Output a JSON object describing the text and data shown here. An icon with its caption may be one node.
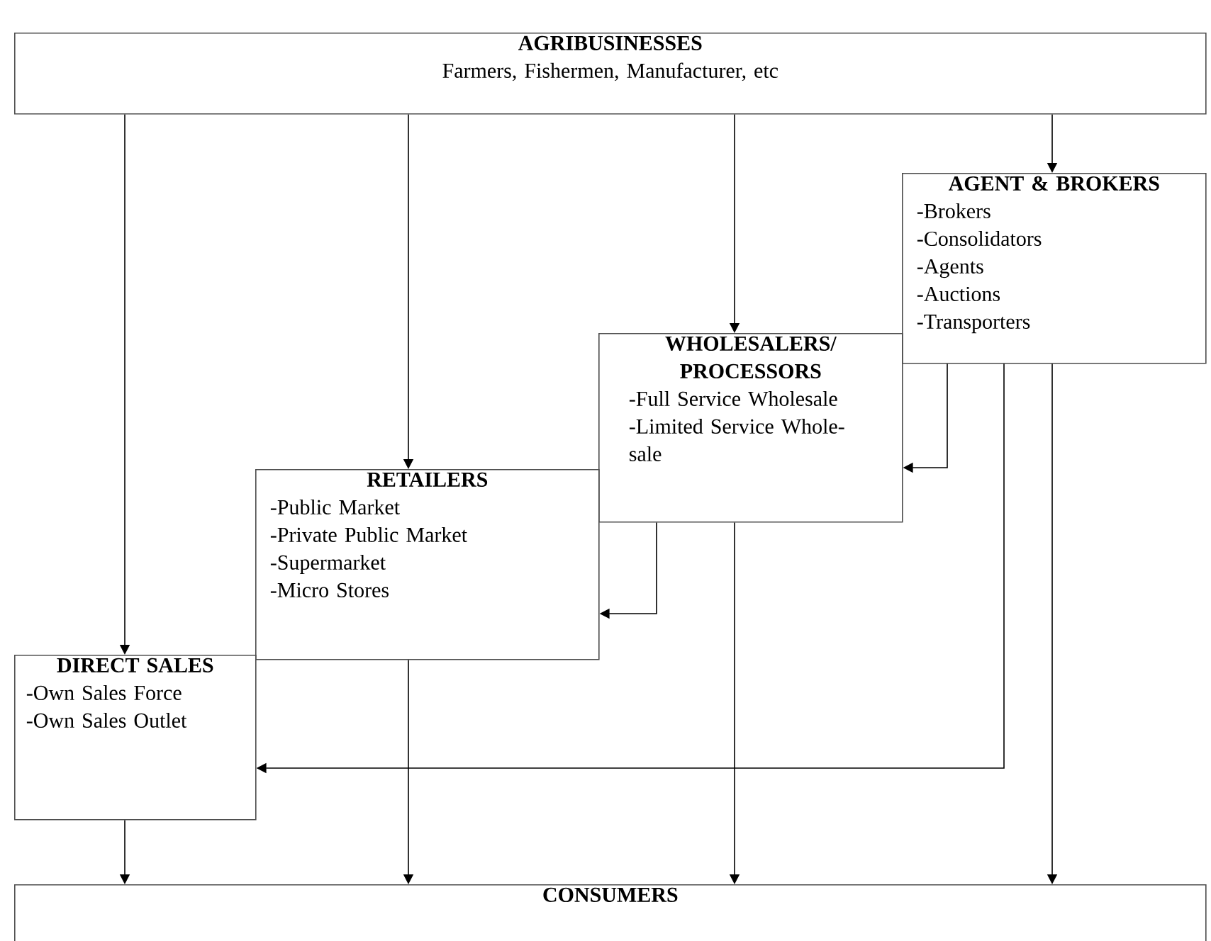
{
  "diagram": {
    "nodes": [
      {
        "text": [
          "AGRIBUSINESSES",
          "Farmers, Fishermen, Manufacturer, etc"
        ]
      },
      {
        "text": [
          "AGENT & BROKERS",
          "-Brokers",
          "-Consolidators",
          "-Agents",
          "-Auctions",
          "-Transporters"
        ]
      },
      {
        "text": [
          "WHOLESALERS/ PROCESSORS",
          "-Full Service Wholesale",
          "-Limited Service Whole- sale"
        ]
      },
      {
        "text": [
          "RETAILERS",
          "-Public Market",
          "-Private Public Market",
          "-Supermarket",
          "-Micro Stores"
        ]
      },
      {
        "text": [
          "DIRECT SALES",
          "-Own Sales Force",
          "-Own Sales Outlet"
        ]
      },
      {
        "text": [
          "CONSUMERS"
        ]
      }
    ],
    "edges": [
      {
        "from": 0,
        "to": 4,
        "arrow": "to"
      },
      {
        "from": 0,
        "to": 3,
        "arrow": "to"
      },
      {
        "from": 0,
        "to": 2,
        "arrow": "to"
      },
      {
        "from": 0,
        "to": 1,
        "arrow": "to"
      },
      {
        "from": 1,
        "to": 2,
        "arrow": "to"
      },
      {
        "from": 2,
        "to": 3,
        "arrow": "to"
      },
      {
        "from": 1,
        "to": 4,
        "arrow": "to"
      },
      {
        "from": 4,
        "to": 5,
        "arrow": "to"
      },
      {
        "from": 3,
        "to": 5,
        "arrow": "to"
      },
      {
        "from": 2,
        "to": 5,
        "arrow": "to"
      },
      {
        "from": 1,
        "to": 5,
        "arrow": "to"
      }
    ]
  }
}
